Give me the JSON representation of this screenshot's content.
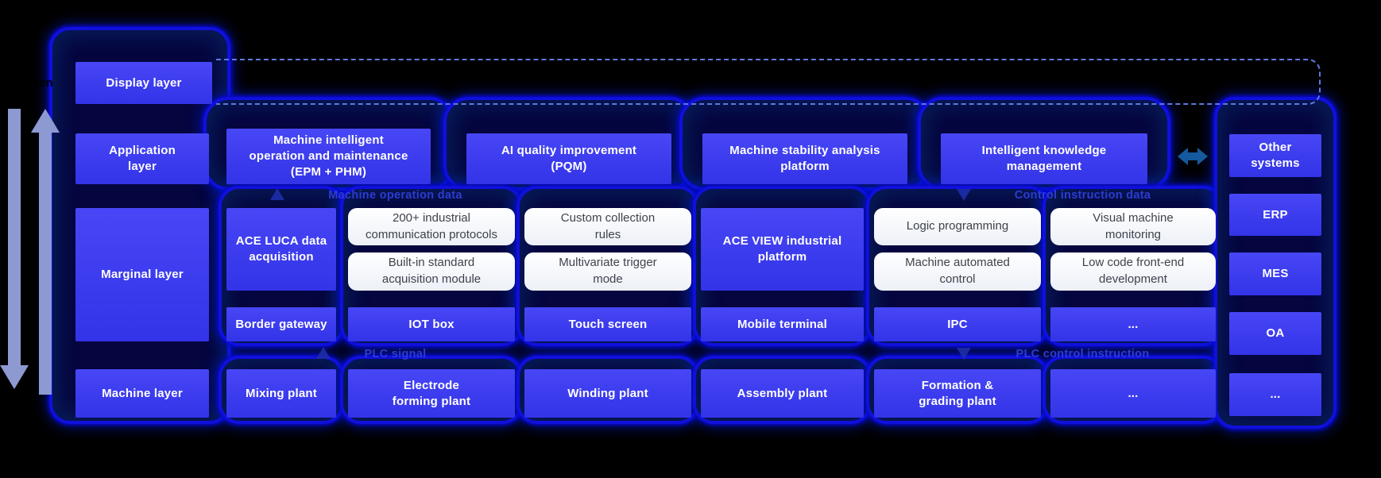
{
  "fragment_text": "tion",
  "colors": {
    "box_blue": "#3b3bef",
    "glow_blue": "#1010dc",
    "capsule_fill": "#05053f",
    "white_box_text": "#3e434b",
    "band_label": "#2c3cd2",
    "dashed_line": "#5f78dd",
    "side_arrow": "#8d9ad2",
    "link_arrow": "#155a9e"
  },
  "layer_column": {
    "display": "Display layer",
    "application": "Application\nlayer",
    "marginal": "Marginal layer",
    "machine": "Machine layer"
  },
  "application_row": [
    "Machine intelligent\noperation and maintenance\n(EPM + PHM)",
    "AI quality improvement\n(PQM)",
    "Machine stability analysis\nplatform",
    "Intelligent knowledge\nmanagement"
  ],
  "other_systems": "Other\nsystems",
  "flow_bands": {
    "machine_operation_data": "Machine operation data",
    "control_instruction_data": "Control instruction data",
    "plc_signal": "PLC signal",
    "plc_control_instruction": "PLC control instruction"
  },
  "edge_layer": {
    "ace_luca": "ACE LUCA data\nacquisition",
    "ace_view": "ACE VIEW industrial\nplatform",
    "features": [
      "200+ industrial\ncommunication protocols",
      "Built-in standard\nacquisition module",
      "Custom collection\nrules",
      "Multivariate trigger\nmode",
      "Logic programming",
      "Machine automated\ncontrol",
      "Visual machine\nmonitoring",
      "Low code front-end\ndevelopment"
    ],
    "devices": [
      "Border gateway",
      "IOT box",
      "Touch screen",
      "Mobile terminal",
      "IPC",
      "..."
    ]
  },
  "machine_row": [
    "Mixing plant",
    "Electrode\nforming plant",
    "Winding plant",
    "Assembly plant",
    "Formation &\ngrading plant",
    "..."
  ],
  "external_systems": [
    "ERP",
    "MES",
    "OA",
    "..."
  ]
}
